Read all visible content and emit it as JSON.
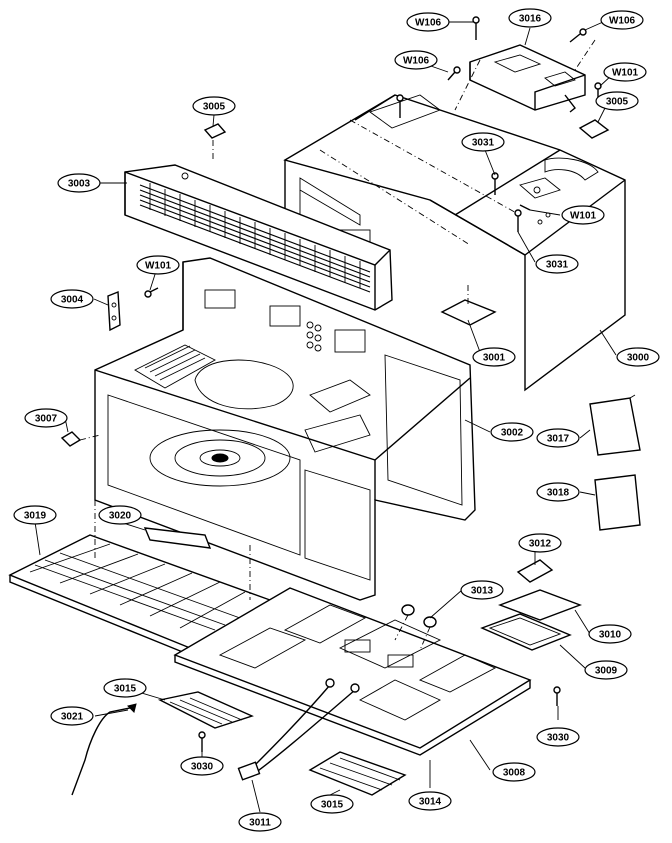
{
  "diagram": {
    "callouts": [
      {
        "id": "w106-top-left",
        "label": "W106"
      },
      {
        "id": "3016-top",
        "label": "3016"
      },
      {
        "id": "w106-top-right",
        "label": "W106"
      },
      {
        "id": "w106-mid",
        "label": "W106"
      },
      {
        "id": "w101-top",
        "label": "W101"
      },
      {
        "id": "3005-left",
        "label": "3005"
      },
      {
        "id": "3005-right",
        "label": "3005"
      },
      {
        "id": "3031-top",
        "label": "3031"
      },
      {
        "id": "3003",
        "label": "3003"
      },
      {
        "id": "w101-right",
        "label": "W101"
      },
      {
        "id": "3031-right",
        "label": "3031"
      },
      {
        "id": "w101-left",
        "label": "W101"
      },
      {
        "id": "3004",
        "label": "3004"
      },
      {
        "id": "3001",
        "label": "3001"
      },
      {
        "id": "3000",
        "label": "3000"
      },
      {
        "id": "3007",
        "label": "3007"
      },
      {
        "id": "3002",
        "label": "3002"
      },
      {
        "id": "3017",
        "label": "3017"
      },
      {
        "id": "3018",
        "label": "3018"
      },
      {
        "id": "3019",
        "label": "3019"
      },
      {
        "id": "3020",
        "label": "3020"
      },
      {
        "id": "3012",
        "label": "3012"
      },
      {
        "id": "3013",
        "label": "3013"
      },
      {
        "id": "3010",
        "label": "3010"
      },
      {
        "id": "3009",
        "label": "3009"
      },
      {
        "id": "3015-left",
        "label": "3015"
      },
      {
        "id": "3021",
        "label": "3021"
      },
      {
        "id": "3008",
        "label": "3008"
      },
      {
        "id": "3030-right",
        "label": "3030"
      },
      {
        "id": "3030-left",
        "label": "3030"
      },
      {
        "id": "3015-bottom",
        "label": "3015"
      },
      {
        "id": "3014",
        "label": "3014"
      },
      {
        "id": "3011",
        "label": "3011"
      }
    ]
  }
}
